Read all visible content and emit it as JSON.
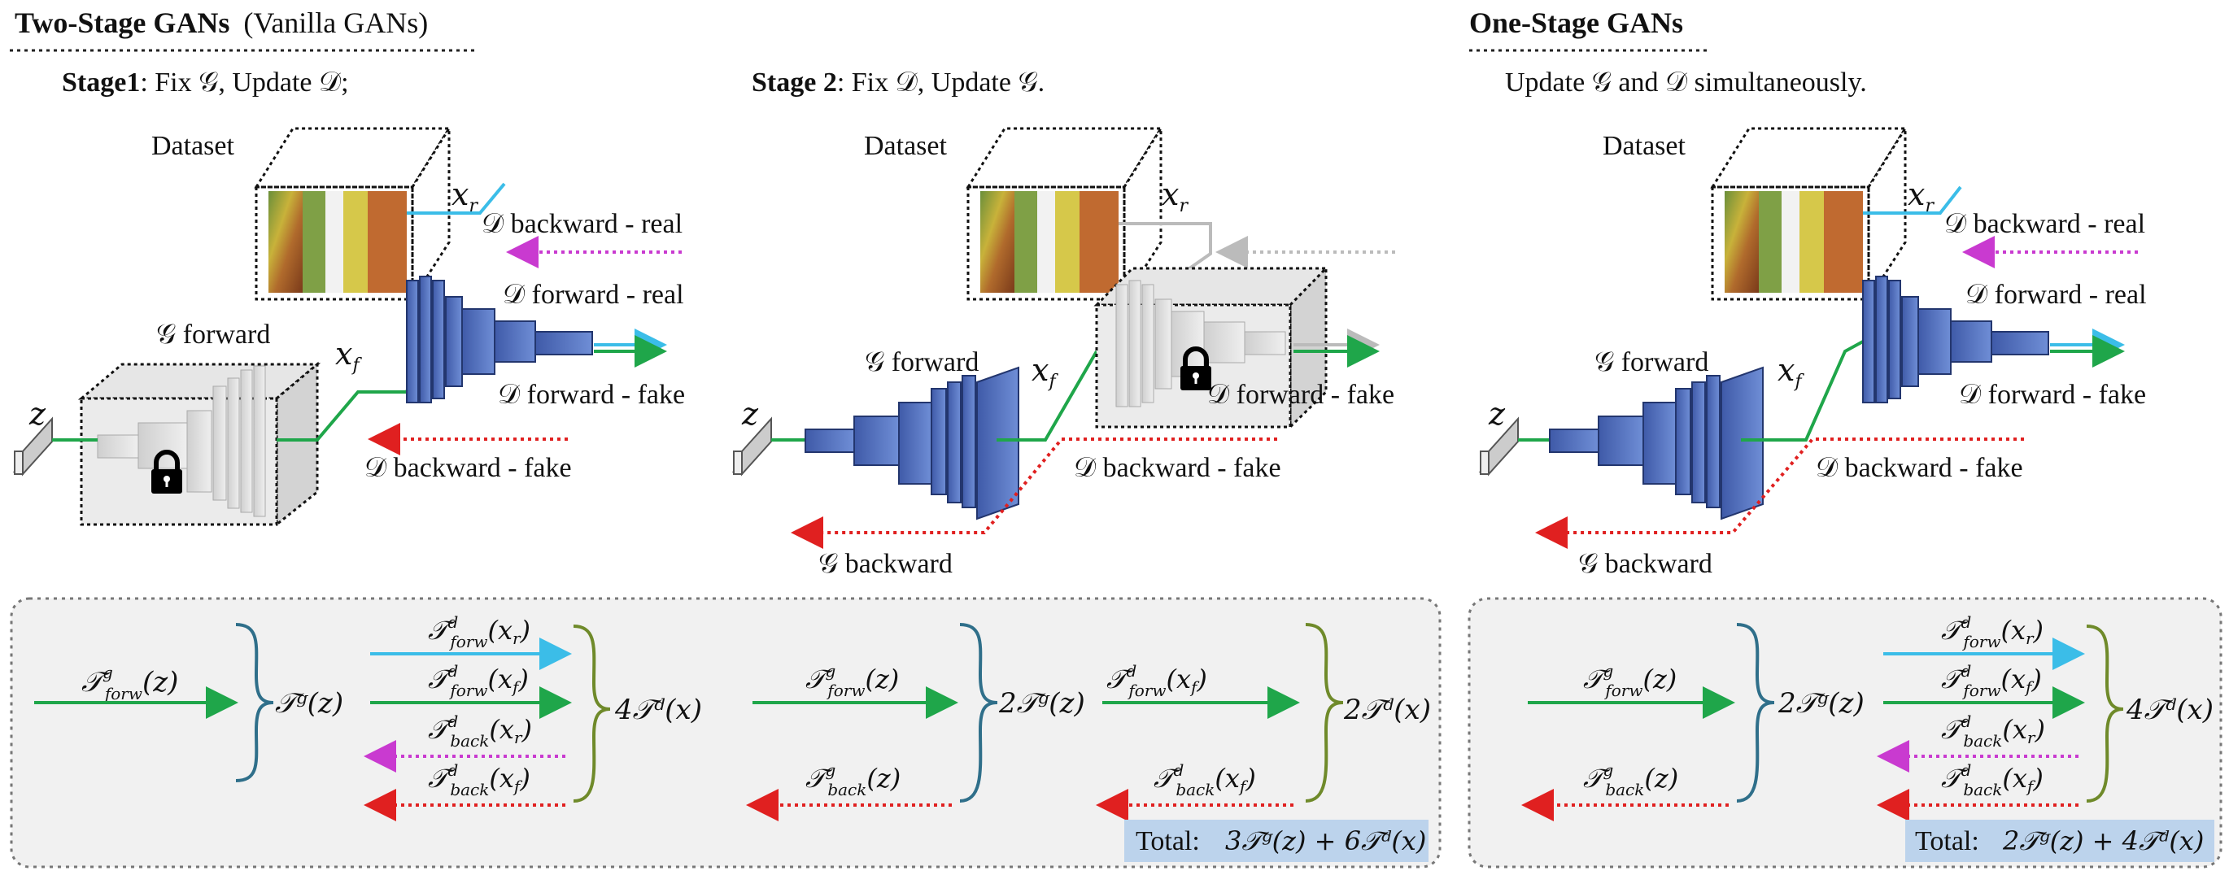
{
  "two_stage": {
    "title_bold": "Two-Stage GANs",
    "title_rest": "(Vanilla GANs)",
    "stage1_bold": "Stage1",
    "stage1_text": ": Fix 𝒢, Update 𝒟;",
    "stage2_bold": "Stage 2",
    "stage2_text": ": Fix 𝒟, Update 𝒢.",
    "total_label": "Total:",
    "total_expr": "3𝒯ᵍ(z) + 6𝒯ᵈ(x)"
  },
  "one_stage": {
    "title_bold": "One-Stage GANs",
    "subtitle": "Update 𝒢 and 𝒟 simultaneously.",
    "total_label": "Total:",
    "total_expr": "2𝒯ᵍ(z) + 4𝒯ᵈ(x)"
  },
  "labels": {
    "dataset": "Dataset",
    "g_forward": "𝒢 forward",
    "g_backward": "𝒢 backward",
    "d_backward_real": "𝒟 backward - real",
    "d_forward_real": "𝒟 forward - real",
    "d_forward_fake": "𝒟 forward - fake",
    "d_backward_fake": "𝒟 backward - fake",
    "xr": "x",
    "xr_sub": "r",
    "xf": "x",
    "xf_sub": "f",
    "z": "z"
  },
  "cost": {
    "t": "𝒯",
    "g_sup": "g",
    "d_sup": "d",
    "forw": "forw",
    "back": "back",
    "arg_z": "(z)",
    "arg_xr": "(x",
    "arg_xf": "(x",
    "r": "r",
    "f": "f",
    "close": ")",
    "tg_z": "𝒯ᵍ(z)",
    "two_tg_z": "2𝒯ᵍ(z)",
    "four_td_x": "4𝒯ᵈ(x)",
    "two_td_x": "2𝒯ᵈ(x)"
  },
  "colors": {
    "green": "#1fa64a",
    "cyan": "#3bbde8",
    "magenta": "#c93ad0",
    "red": "#e02020",
    "gray": "#bbbbbb",
    "box_bg": "#f1f1f1",
    "total_bg": "#bcd3ec",
    "brace_teal": "#2f6f8a",
    "brace_olive": "#6f8a2a",
    "net_blue": "#4f6db8"
  }
}
